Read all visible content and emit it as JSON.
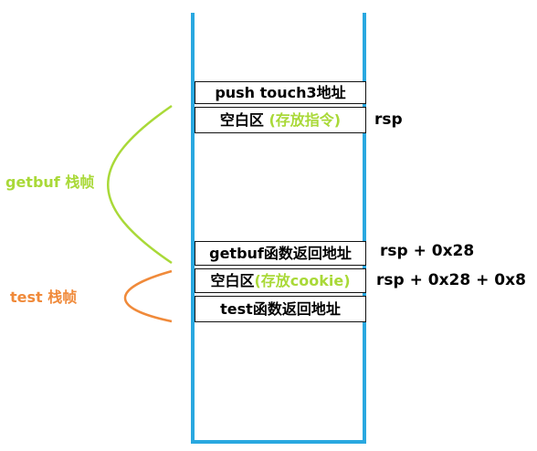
{
  "colors": {
    "stack_border": "#29a8e0",
    "getbuf_frame": "#a9d938",
    "test_frame": "#f08a3a",
    "highlight_text": "#a9d938"
  },
  "stack": {
    "cells": [
      {
        "text": "push touch3地址"
      },
      {
        "prefix": "空白区 ",
        "highlight": "(存放指令)"
      },
      {
        "text": "getbuf函数返回地址"
      },
      {
        "prefix": "空白区",
        "highlight": "(存放cookie)"
      },
      {
        "text": "test函数返回地址"
      }
    ]
  },
  "registers": {
    "rsp": "rsp",
    "rsp_28": "rsp + 0x28",
    "rsp_30": "rsp + 0x28 + 0x8"
  },
  "frames": {
    "getbuf": "getbuf 栈帧",
    "test": "test 栈帧"
  }
}
